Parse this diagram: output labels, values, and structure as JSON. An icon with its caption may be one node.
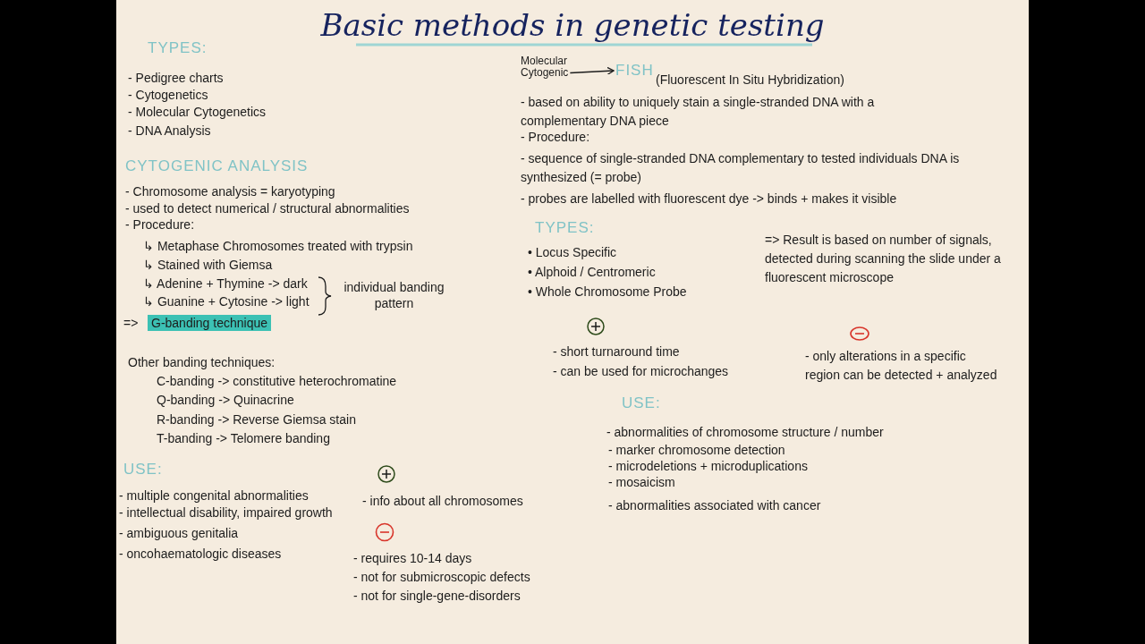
{
  "diagram": {
    "title": "Basic methods in genetic testing",
    "nodes": [
      {
        "text": [
          "Molecular Cytogenic"
        ]
      },
      {
        "text": [
          "FISH"
        ]
      }
    ],
    "edges": [
      {
        "from": 0,
        "to": 1,
        "arrow": "to"
      }
    ],
    "labels": [
      "TYPES:",
      "- Pedigree charts",
      "- Cytogenetics",
      "- Molecular Cytogenetics",
      "- DNA Analysis",
      "CYTOGENIC ANALYSIS",
      "- Chromosome analysis = karyotyping",
      "- used to detect numerical / structural abnormalities",
      "- Procedure:",
      "↳ Metaphase Chromosomes treated with trypsin",
      "↳ Stained with Giemsa",
      "↳ Adenine + Thymine -> dark",
      "↳ Guanine + Cytosine -> light",
      "individual banding pattern",
      "=>",
      "G-banding technique",
      "Other banding techniques:",
      "C-banding -> constitutive heterochromatine",
      "Q-banding -> Quinacrine",
      "R-banding -> Reverse Giemsa stain",
      "T-banding -> Telomere banding",
      "USE:",
      "- multiple congenital abnormalities",
      "- intellectual disability, impaired growth",
      "- ambiguous genitalia",
      "- oncohaematologic diseases",
      "- info about all chromosomes",
      "- requires 10-14 days",
      "- not for submicroscopic defects",
      "- not for single-gene-disorders",
      "(Fluorescent In Situ Hybridization)",
      "- based on ability to uniquely stain a single-stranded DNA with a complementary DNA piece",
      "- Procedure:",
      "- sequence of single-stranded DNA complementary to tested individuals DNA is synthesized (= probe)",
      "- probes are labelled with fluorescent dye -> binds + makes it visible",
      "TYPES:",
      "• Locus Specific",
      "• Alphoid / Centromeric",
      "• Whole Chromosome Probe",
      "=> Result is based on number of signals, detected during scanning the slide under a fluorescent microscope",
      "- short turnaround time",
      "- can be used for microchanges",
      "- only alterations in a specific region can be detected + analyzed",
      "USE:",
      "- abnormalities of chromosome structure / number",
      "- marker chromosome detection",
      "- microdeletions + microduplications",
      "- mosaicism",
      "- abnormalities associated with cancer"
    ]
  }
}
